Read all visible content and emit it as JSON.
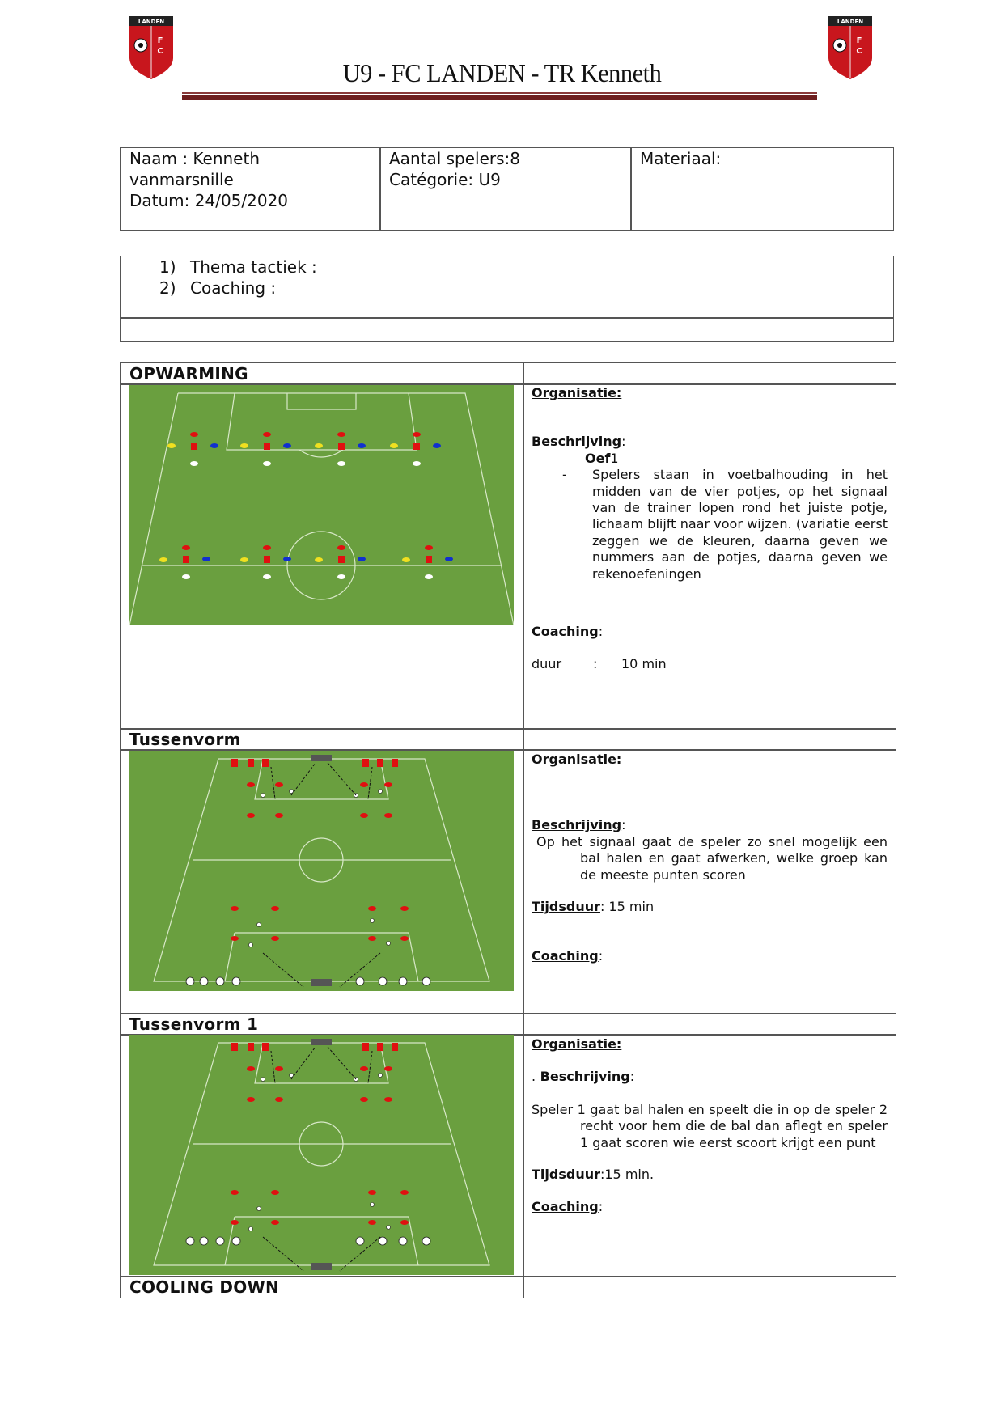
{
  "header": {
    "title": "U9 - FC LANDEN - TR Kenneth",
    "logo_text": "LANDEN FC",
    "rule_colors": [
      "#8a3a3a",
      "#6e1e1e"
    ]
  },
  "info": {
    "naam_line1": "Naam : Kenneth",
    "naam_line2": "vanmarsnille",
    "datum": "Datum: 24/05/2020",
    "aantal": "Aantal spelers:8",
    "categorie": "Catégorie:  U9",
    "materiaal": "Materiaal:"
  },
  "themes": [
    {
      "num": "1)",
      "label": "Thema tactiek :"
    },
    {
      "num": "2)",
      "label": "Coaching :"
    }
  ],
  "sections": {
    "opwarming": {
      "title": "OPWARMING",
      "organisatie": "Organisatie:",
      "beschrijving": "Beschrijving",
      "oef_bold": "Oef",
      "oef_num": "1",
      "bullet": "-",
      "text": "Spelers staan in voetbalhouding in het midden van de vier potjes, op het signaal van de trainer lopen rond het juiste potje, lichaam blijft naar voor wijzen. (variatie eerst zeggen we de kleuren, daarna geven we nummers aan de potjes, daarna geven we rekenoefeningen",
      "coaching": "Coaching",
      "duur_label": "duur",
      "duur_sep": ":",
      "duur_value": "10 min"
    },
    "tussenvorm": {
      "title": "Tussenvorm",
      "organisatie": "Organisatie:",
      "beschrijving": "Beschrijving",
      "text": "Op het signaal gaat de speler zo snel mogelijk een bal halen en gaat afwerken, welke groep kan de meeste punten scoren",
      "tijdsduur": "Tijdsduur",
      "tijdsduur_value": ": 15 min",
      "coaching": "Coaching"
    },
    "tussenvorm1": {
      "title": "Tussenvorm 1",
      "organisatie": "Organisatie:",
      "beschrijving_prefix": ".",
      "beschrijving": " Beschrijving",
      "text": "Speler 1 gaat bal halen en speelt die in op de speler 2 recht voor hem die de bal dan aflegt en speler 1 gaat scoren wie eerst scoort krijgt een punt",
      "tijdsduur": "Tijdsduur",
      "tijdsduur_value": ":15 min.",
      "coaching": "Coaching"
    },
    "cooling_down": {
      "title": "COOLING DOWN"
    }
  },
  "colon": ":",
  "pitch_colors": {
    "grass": "#6a9f3f",
    "line": "#d8e8c8",
    "cone_red": "#e01010",
    "cone_blue": "#1030d0",
    "cone_yellow": "#f0e020"
  }
}
